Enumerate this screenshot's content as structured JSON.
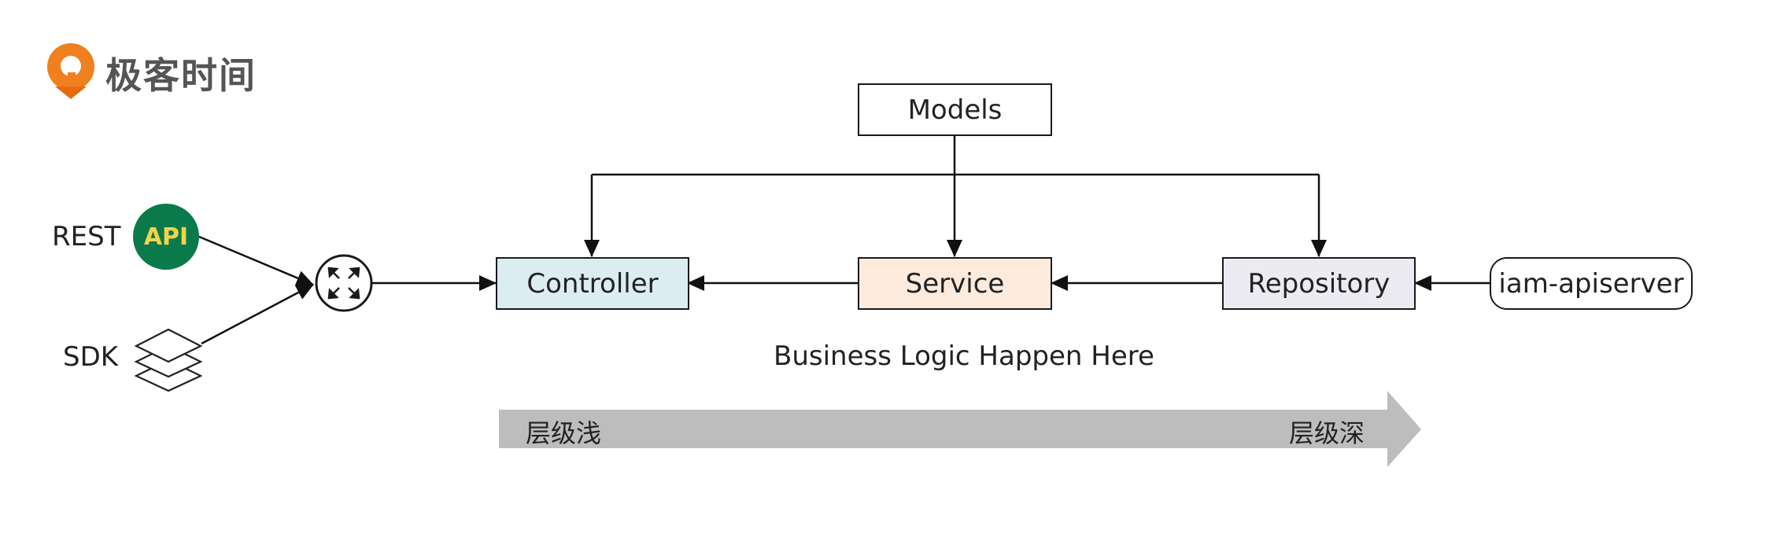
{
  "brand": {
    "name": "极客时间",
    "accent": "#f0801f",
    "text_color": "#555555"
  },
  "clients": {
    "rest_label": "REST",
    "sdk_label": "SDK",
    "api_badge": "API",
    "api_badge_color": "#0a7a4a",
    "api_text_color": "#f2d34b"
  },
  "nodes": {
    "models": "Models",
    "controller": "Controller",
    "service": "Service",
    "repository": "Repository",
    "apiserver": "iam-apiserver"
  },
  "colors": {
    "controller_fill": "#dcedf2",
    "service_fill": "#fcebdd",
    "repository_fill": "#ecebf1",
    "arrow_fill": "#bdbdbd"
  },
  "caption": "Business Logic Happen Here",
  "depth_arrow": {
    "shallow": "层级浅",
    "deep": "层级深"
  }
}
